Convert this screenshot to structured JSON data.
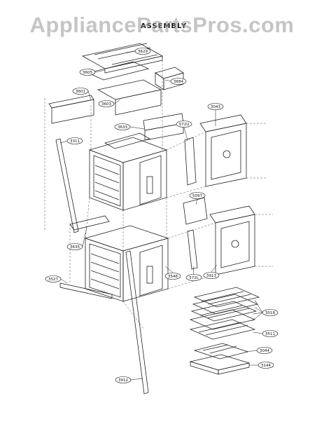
{
  "watermark": "AppliancePartsPros.com",
  "title": "ASSEMBLY",
  "callouts": [
    "3629",
    "3605",
    "3684",
    "3601",
    "3603",
    "3633",
    "3043",
    "3311",
    "572U",
    "5097",
    "3635",
    "3546",
    "572L",
    "3913",
    "3527",
    "3018",
    "3511",
    "3044",
    "3144",
    "3912"
  ],
  "colors": {
    "line": "#222222",
    "dashed": "#555555",
    "watermark": "#969696"
  }
}
